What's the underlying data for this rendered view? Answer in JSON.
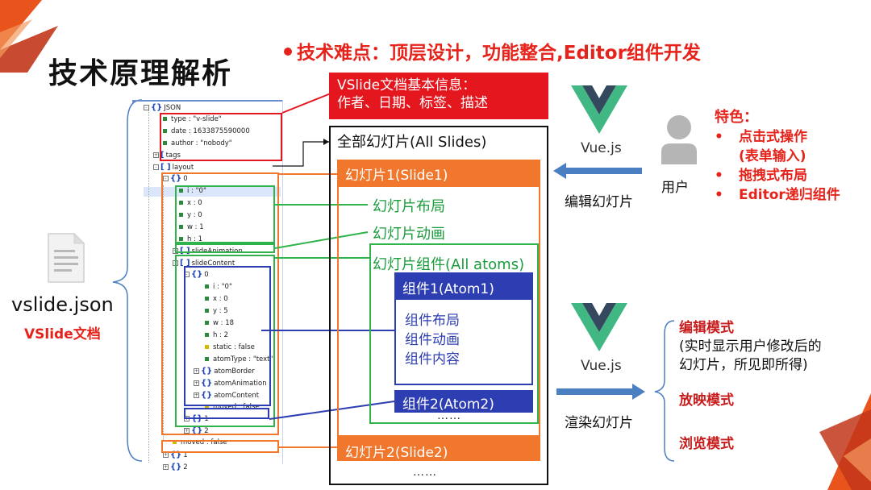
{
  "title": "技术原理解析",
  "subtitle": "技术难点：顶层设计，功能整合,Editor组件开发",
  "info_box": {
    "line1": "VSlide文档基本信息：",
    "line2": "作者、日期、标签、描述"
  },
  "file": {
    "name": "vslide.json",
    "caption": "VSlide文档"
  },
  "json_tree": {
    "root": "JSON",
    "type": "type : \"v-slide\"",
    "date": "date : 1633875590000",
    "author": "author : \"nobody\"",
    "tags": "tags",
    "layout": "layout",
    "item0": "0",
    "i0": "i : \"0\"",
    "x0": "x : 0",
    "y0": "y : 0",
    "w0": "w : 1",
    "h0": "h : 1",
    "slideAnimation": "slideAnimation",
    "slideContent": "slideContent",
    "c0": "0",
    "ci": "i : \"0\"",
    "cx": "x : 0",
    "cy": "y : 5",
    "cw": "w : 18",
    "ch": "h : 2",
    "cstatic": "static : false",
    "catomType": "atomType : \"text\"",
    "atomBorder": "atomBorder",
    "atomAnimation": "atomAnimation",
    "atomContent": "atomContent",
    "cmoved": "moved : false",
    "c1": "1",
    "c2": "2",
    "moved": "moved : false",
    "item1": "1",
    "item2": "2"
  },
  "slides": {
    "all_title": "全部幻灯片(All Slides)",
    "slide1": "幻灯片1(Slide1)",
    "layout": "幻灯片布局",
    "animation": "幻灯片动画",
    "atoms": "幻灯片组件(All atoms)",
    "atom1": "组件1(Atom1)",
    "atom_layout": "组件布局",
    "atom_animation": "组件动画",
    "atom_content": "组件内容",
    "atom2": "组件2(Atom2)",
    "atoms_more": "……",
    "slide2": "幻灯片2(Slide2)",
    "slides_more": "……"
  },
  "editor": {
    "vue_label": "Vue.js",
    "user_label": "用户",
    "action": "编辑幻灯片"
  },
  "features": {
    "heading": "特色：",
    "item1": "点击式操作",
    "item1_sub": "(表单输入)",
    "item2": "拖拽式布局",
    "item3": "Editor递归组件"
  },
  "renderer": {
    "vue_label": "Vue.js",
    "action": "渲染幻灯片"
  },
  "modes": {
    "edit": "编辑模式",
    "edit_desc1": "(实时显示用户修改后的",
    "edit_desc2": "幻灯片，所见即所得)",
    "play": "放映模式",
    "browse": "浏览模式"
  },
  "colors": {
    "red": "#e5171e",
    "orange": "#f0772b",
    "green": "#2fb34a",
    "blue": "#2d3db2",
    "vue_green": "#41b883",
    "vue_dark": "#35495e"
  }
}
